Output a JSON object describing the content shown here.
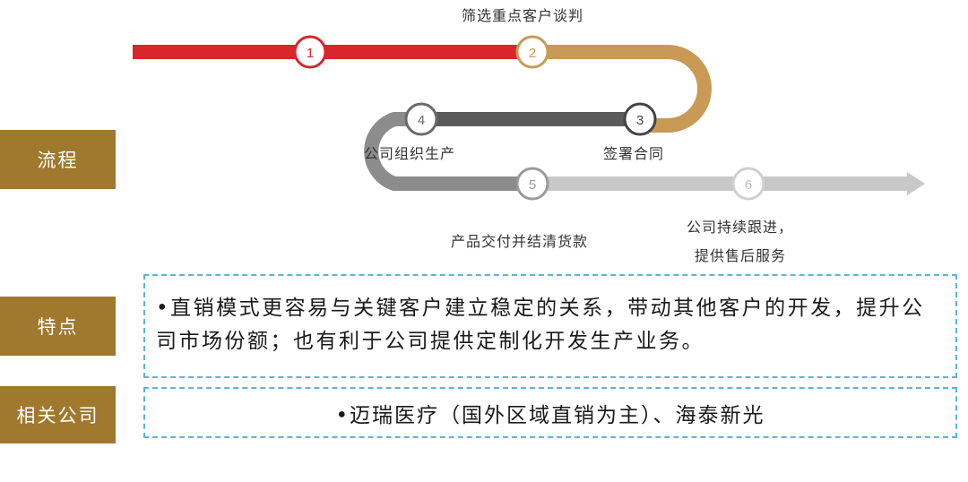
{
  "labels": {
    "process": "流程",
    "features": "特点",
    "companies": "相关公司"
  },
  "steps": [
    {
      "number": "1",
      "caption": ""
    },
    {
      "number": "2",
      "caption": "筛选重点客户谈判"
    },
    {
      "number": "3",
      "caption": "签署合同"
    },
    {
      "number": "4",
      "caption": "公司组织生产"
    },
    {
      "number": "5",
      "caption": "产品交付并结清货款"
    },
    {
      "number": "6",
      "caption_line1": "公司持续跟进，",
      "caption_line2": "提供售后服务"
    }
  ],
  "features_text": "•直销模式更容易与关键客户建立稳定的关系，带动其他客户的开发，提升公司市场份额；也有利于公司提供定制化开发生产业务。",
  "companies_text": "•迈瑞医疗（国外区域直销为主）、海泰新光",
  "colors": {
    "label_bg": "#a0782e",
    "segment_red": "#d8262a",
    "segment_gold": "#c99a55",
    "segment_dark": "#5a5a5a",
    "segment_gray": "#8c8c8c",
    "segment_light": "#c8c8c8",
    "dashed_border": "#5bb5d6"
  }
}
